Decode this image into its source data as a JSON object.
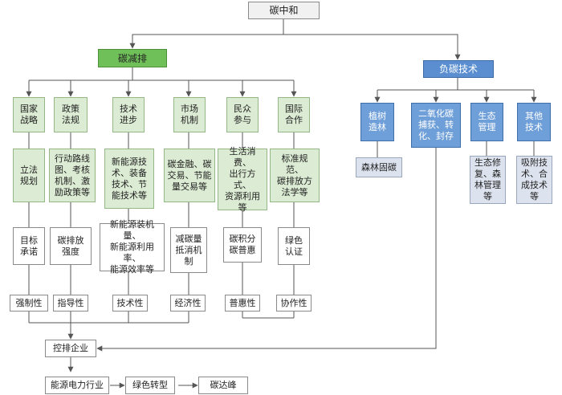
{
  "root": "碳中和",
  "reduce": {
    "label": "碳减排",
    "categories": [
      "国家\n战略",
      "政策\n法规",
      "技术\n进步",
      "市场\n机制",
      "民众\n参与",
      "国际\n合作"
    ],
    "measures": [
      "立法\n规划",
      "行动路线\n图、考核\n机制、激\n励政策等",
      "新能源技\n术、装备\n技术、节\n能技术等",
      "碳金融、碳\n交易、节能\n量交易等",
      "生活消费、\n出行方式、\n资源利用\n等",
      "标准规范、\n碳排放方\n法学等"
    ],
    "effects": [
      "目标\n承诺",
      "碳排放\n强度",
      "新能源装机量、\n新能源利用率、\n能源效率等",
      "减碳量\n抵消机\n制",
      "碳积分\n碳普惠",
      "绿色\n认证"
    ],
    "properties": [
      "强制性",
      "指导性",
      "技术性",
      "经济性",
      "普惠性",
      "协作性"
    ]
  },
  "negative": {
    "label": "负碳技术",
    "categories": [
      "植树\n造林",
      "二氧化碳\n捕获、转\n化、封存",
      "生态\n管理",
      "其他\n技术"
    ],
    "details": [
      "森林固碳",
      "生态修\n复、森\n林管理\n等",
      "吸附技\n术、合\n成技术\n等"
    ]
  },
  "flow": [
    "控排企业",
    "能源电力行业",
    "绿色转型",
    "碳达峰"
  ],
  "colors": {
    "green_header": "#70c05a",
    "green_box": "#dcebd3",
    "blue_header": "#5a8ed0",
    "blue_box": "#6f9fd8",
    "light_blue": "#dde3ee",
    "line": "#555555"
  }
}
